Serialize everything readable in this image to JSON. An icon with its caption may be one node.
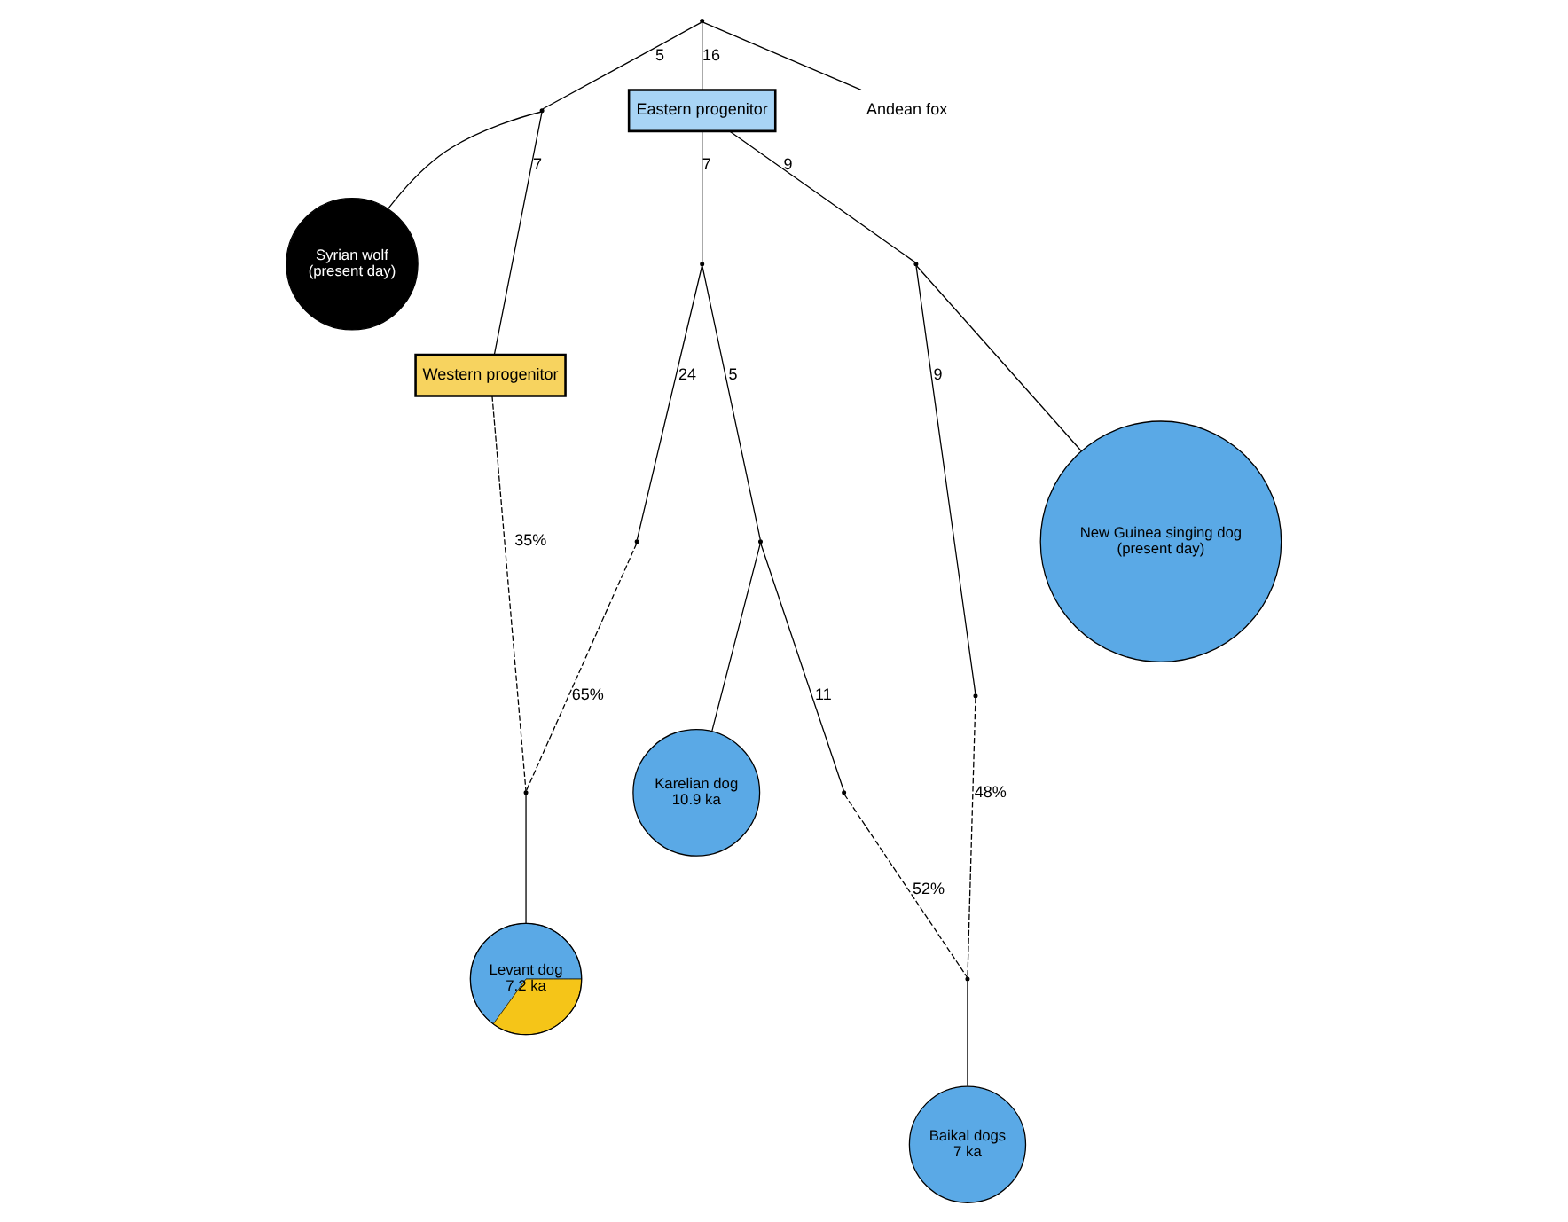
{
  "diagram": {
    "nodes": [
      {
        "text": [],
        "shape": "point"
      },
      {
        "text": [
          "Andean fox"
        ]
      },
      {
        "text": [
          "Eastern progenitor"
        ]
      },
      {
        "text": [],
        "shape": "point"
      },
      {
        "text": [
          "Western progenitor"
        ]
      },
      {
        "text": [
          "Syrian wolf",
          "(present day)"
        ]
      },
      {
        "text": [],
        "shape": "point"
      },
      {
        "text": [],
        "shape": "point"
      },
      {
        "text": [],
        "shape": "point"
      },
      {
        "text": [],
        "shape": "point"
      },
      {
        "text": [],
        "shape": "point"
      },
      {
        "text": [
          "Levant dog",
          "7.2 ka"
        ]
      },
      {
        "text": [
          "Karelian dog",
          "10.9 ka"
        ]
      },
      {
        "text": [],
        "shape": "point"
      },
      {
        "text": [],
        "shape": "point"
      },
      {
        "text": [],
        "shape": "point"
      },
      {
        "text": [
          "Baikal dogs",
          "7 ka"
        ]
      },
      {
        "text": [
          "New Guinea singing dog",
          "(present day)"
        ]
      }
    ],
    "edges": [
      {
        "from": 0,
        "to": 3,
        "arrow": "none",
        "label": "5"
      },
      {
        "from": 0,
        "to": 2,
        "arrow": "none",
        "label": "16"
      },
      {
        "from": 0,
        "to": 1,
        "arrow": "none"
      },
      {
        "from": 3,
        "to": 5,
        "arrow": "none"
      },
      {
        "from": 3,
        "to": 4,
        "arrow": "none",
        "label": "7"
      },
      {
        "from": 2,
        "to": 6,
        "arrow": "none",
        "label": "7"
      },
      {
        "from": 2,
        "to": 7,
        "arrow": "none",
        "label": "9"
      },
      {
        "from": 6,
        "to": 9,
        "arrow": "none",
        "label": "24"
      },
      {
        "from": 6,
        "to": 8,
        "arrow": "none",
        "label": "5"
      },
      {
        "from": 4,
        "to": 10,
        "arrow": "none",
        "style": "dashed",
        "label": "35%"
      },
      {
        "from": 9,
        "to": 10,
        "arrow": "none",
        "style": "dashed",
        "label": "65%"
      },
      {
        "from": 10,
        "to": 11,
        "arrow": "none"
      },
      {
        "from": 8,
        "to": 12,
        "arrow": "none"
      },
      {
        "from": 8,
        "to": 13,
        "arrow": "none",
        "label": "11"
      },
      {
        "from": 7,
        "to": 14,
        "arrow": "none",
        "label": "9"
      },
      {
        "from": 13,
        "to": 15,
        "arrow": "none",
        "style": "dashed",
        "label": "52%"
      },
      {
        "from": 14,
        "to": 15,
        "arrow": "none",
        "style": "dashed",
        "label": "48%"
      },
      {
        "from": 15,
        "to": 16,
        "arrow": "none"
      },
      {
        "from": 7,
        "to": 17,
        "arrow": "none"
      }
    ]
  }
}
